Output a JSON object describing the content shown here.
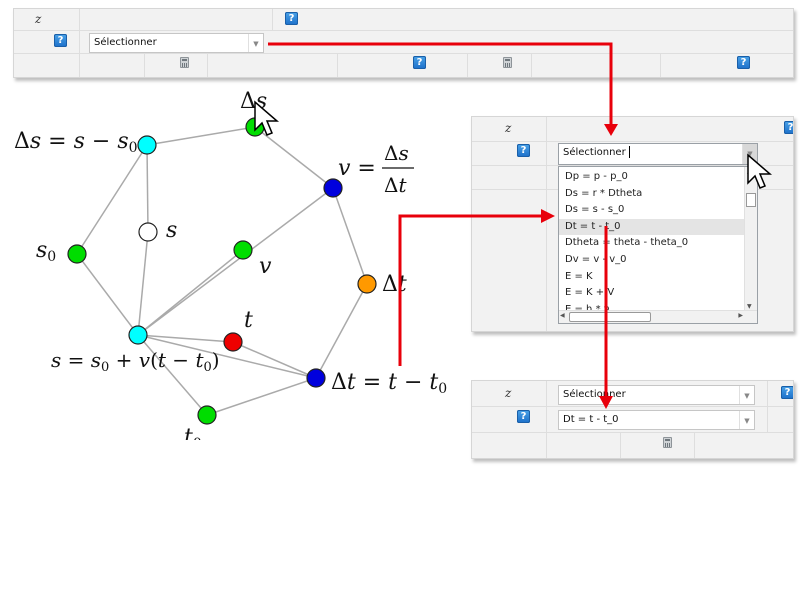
{
  "top_panel": {
    "z_label": "z",
    "help_icon": "?",
    "select_value": "Sélectionner"
  },
  "graph": {
    "nodes": [
      {
        "id": "n-delta-s-def",
        "color": "#00ffff"
      },
      {
        "id": "n-delta-s",
        "color": "#00dd00"
      },
      {
        "id": "n-v",
        "color": "#0000dd"
      },
      {
        "id": "n-s",
        "color": "#ffffff"
      },
      {
        "id": "n-s0",
        "color": "#00dd00"
      },
      {
        "id": "n-v-def",
        "color": "#00dd00"
      },
      {
        "id": "n-delta-t",
        "color": "#ff9900"
      },
      {
        "id": "n-s-eq",
        "color": "#00ffff"
      },
      {
        "id": "n-t",
        "color": "#ee0000"
      },
      {
        "id": "n-delta-t-def",
        "color": "#0000dd"
      },
      {
        "id": "n-t0",
        "color": "#00dd00"
      }
    ]
  },
  "middle_panel": {
    "z_label": "z",
    "help_icon": "?",
    "select_value": "Sélectionner",
    "dropdown_items": [
      "Dp = p - p_0",
      "Ds = r * Dtheta",
      "Ds = s - s_0",
      "Dt = t - t_0",
      "Dtheta = theta - theta_0",
      "Dv = v - v_0",
      "E = K",
      "E = K + V",
      "E = h * ν"
    ],
    "selected_index": 3
  },
  "bottom_panel": {
    "z_label": "z",
    "help_icon": "?",
    "select_value": "Sélectionner",
    "result_value": "Dt = t - t_0"
  },
  "colors": {
    "arrow": "#e8000b",
    "help_icon": "#1c6fc9",
    "edge": "#aaaaaa"
  }
}
